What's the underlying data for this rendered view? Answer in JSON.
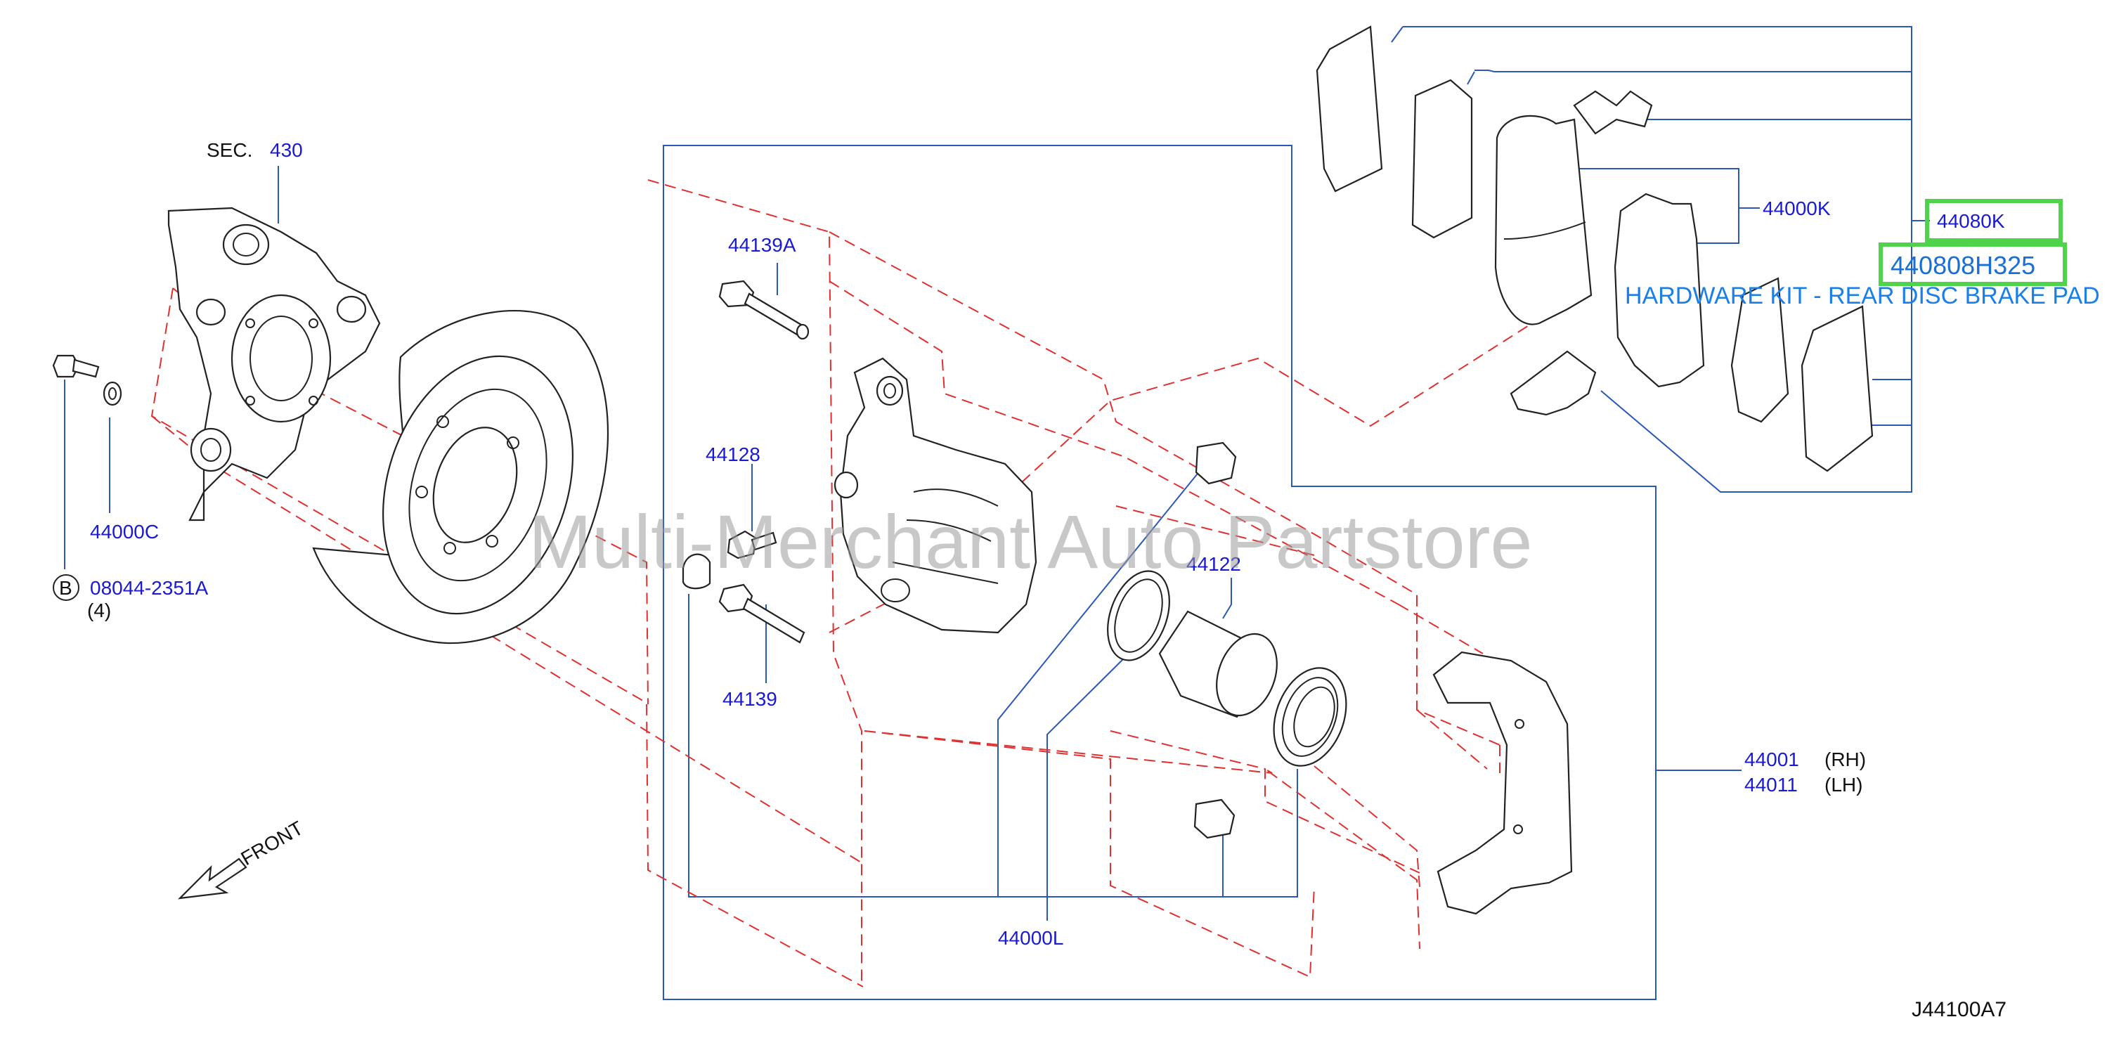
{
  "labels": {
    "sec": "SEC.",
    "sec_num": "430",
    "p44139a": "44139A",
    "p44128": "44128",
    "p44139": "44139",
    "p44122": "44122",
    "p44000k": "44000K",
    "p44080k": "44080K",
    "p44000c": "44000C",
    "bolt_circle": "B",
    "bolt_part": "08044-2351A",
    "bolt_qty": "(4)",
    "p44001": "44001",
    "rh": "(RH)",
    "p44011": "44011",
    "lh": "(LH)",
    "p44000l": "44000L",
    "front": "FRONT",
    "diagram_code": "J44100A7"
  },
  "highlight": {
    "part_number": "440808H325",
    "description": "HARDWARE KIT - REAR DISC BRAKE PAD"
  },
  "watermark": "Multi-Merchant Auto Partstore",
  "colors": {
    "label_blue": "#1a1ad0",
    "leader_blue": "#2b57b8",
    "dash_red": "#e03030",
    "highlight_green": "#4fd34a",
    "desc_blue": "#1a7fe8"
  }
}
